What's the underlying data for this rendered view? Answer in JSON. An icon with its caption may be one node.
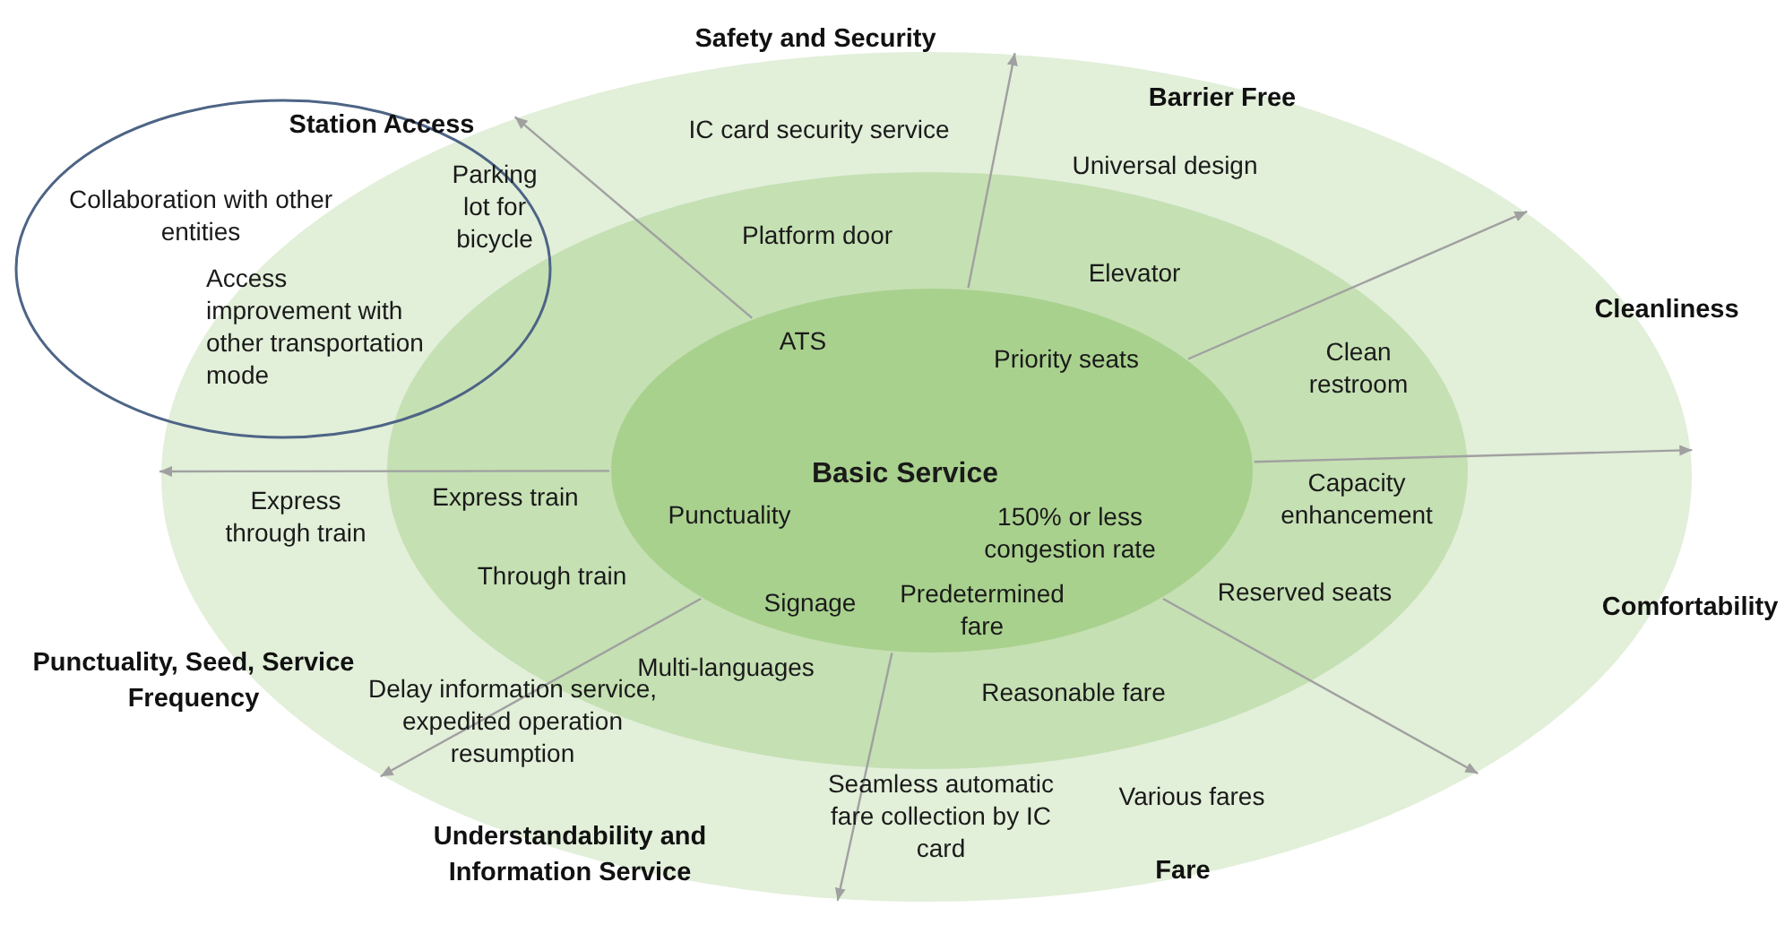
{
  "diagram": {
    "nodes": [
      {
        "text": [
          "IC card security service",
          "Universal design",
          "Express through train",
          "Delay information service, expedited operation resumption",
          "Seamless automatic fare collection by IC card",
          "Various fares"
        ]
      },
      {
        "text": [
          "Platform door",
          "Elevator",
          "Clean restroom",
          "Express train",
          "Capacity enhancement",
          "Through train",
          "Reserved seats",
          "Multi-languages",
          "Reasonable fare"
        ],
        "in": 0
      },
      {
        "text": [
          "ATS",
          "Priority seats",
          "Basic Service",
          "Punctuality",
          "150% or less congestion rate",
          "Signage",
          "Predetermined fare"
        ],
        "in": 1
      },
      {
        "text": [
          "Collaboration with other entities",
          "Parking lot for bicycle",
          "Access improvement with other transportation mode"
        ]
      }
    ],
    "edges": [
      {
        "from": 2,
        "to": 0,
        "arrow": "to"
      },
      {
        "from": 2,
        "to": 0,
        "arrow": "to"
      },
      {
        "from": 2,
        "to": 0,
        "arrow": "to"
      },
      {
        "from": 2,
        "to": 0,
        "arrow": "to"
      },
      {
        "from": 2,
        "to": 0,
        "arrow": "to"
      },
      {
        "from": 2,
        "to": 0,
        "arrow": "to"
      },
      {
        "from": 2,
        "to": 0,
        "arrow": "to"
      },
      {
        "from": 2,
        "to": 0,
        "arrow": "to"
      }
    ],
    "labels": [
      "Safety and Security",
      "Barrier Free",
      "Station Access",
      "Cleanliness",
      "Comfortability",
      "Punctuality, Seed, Service Frequency",
      "Understandability and Information Service",
      "Fare"
    ]
  }
}
